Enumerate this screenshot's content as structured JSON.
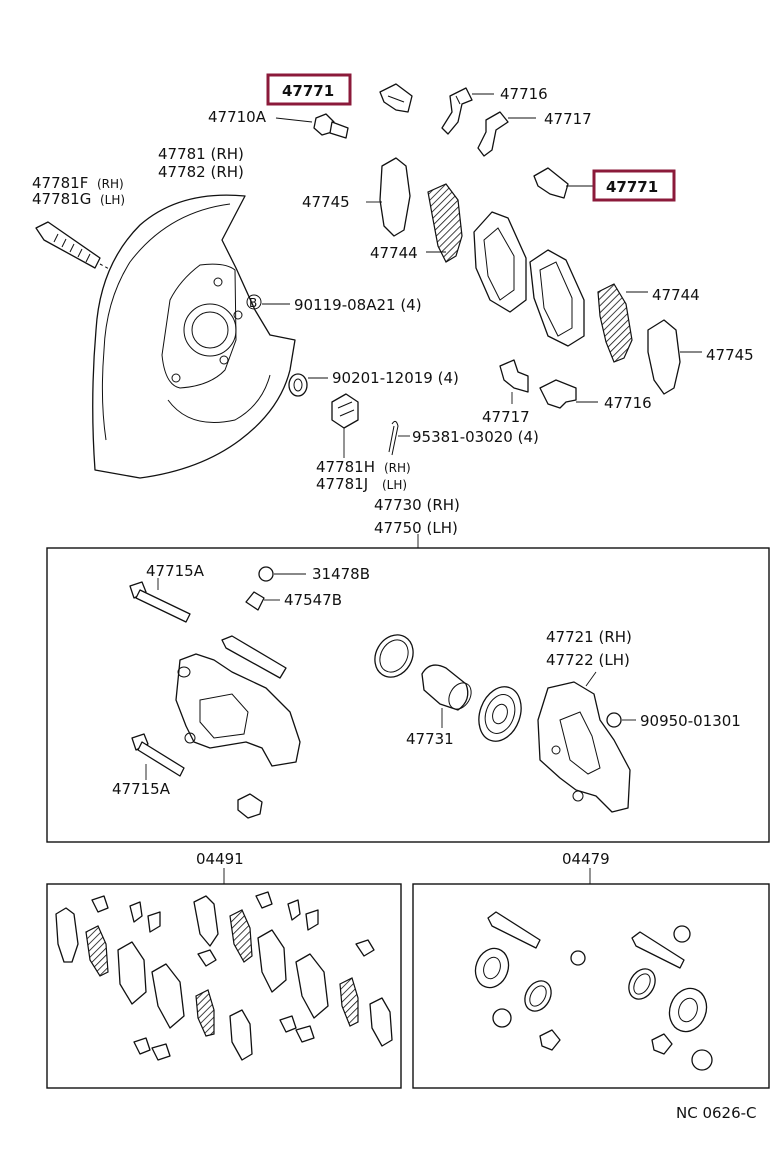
{
  "colors": {
    "highlight": "#8b1a3a",
    "ink": "#111111",
    "background": "#ffffff"
  },
  "labels": {
    "p47771_top": "47771",
    "p47771_right": "47771",
    "p47710A": "47710A",
    "p47716_top": "47716",
    "p47717_top": "47717",
    "p47781_rh": "47781 (RH)",
    "p47782_rh": "47782 (RH)",
    "p47781F": "47781F",
    "p47781F_side": "(RH)",
    "p47781G": "47781G",
    "p47781G_side": "(LH)",
    "p47745_left": "47745",
    "p47744_left": "47744",
    "p47744_right": "47744",
    "p47745_right": "47745",
    "p90119": "90119-08A21 (4)",
    "p90201": "90201-12019 (4)",
    "p47717_low": "47717",
    "p47716_low": "47716",
    "p95381": "95381-03020 (4)",
    "p47781H": "47781H",
    "p47781H_side": "(RH)",
    "p47781J": "47781J",
    "p47781J_side": "(LH)",
    "p47730": "47730 (RH)",
    "p47750": "47750 (LH)",
    "p47715A_top": "47715A",
    "p31478B": "31478B",
    "p47547B": "47547B",
    "p47721": "47721 (RH)",
    "p47722": "47722 (LH)",
    "p90950": "90950-01301",
    "p47731": "47731",
    "p47715A_bottom": "47715A",
    "p04491": "04491",
    "p04479": "04479",
    "circle_b": "B",
    "footer_code": "NC  0626-C"
  }
}
